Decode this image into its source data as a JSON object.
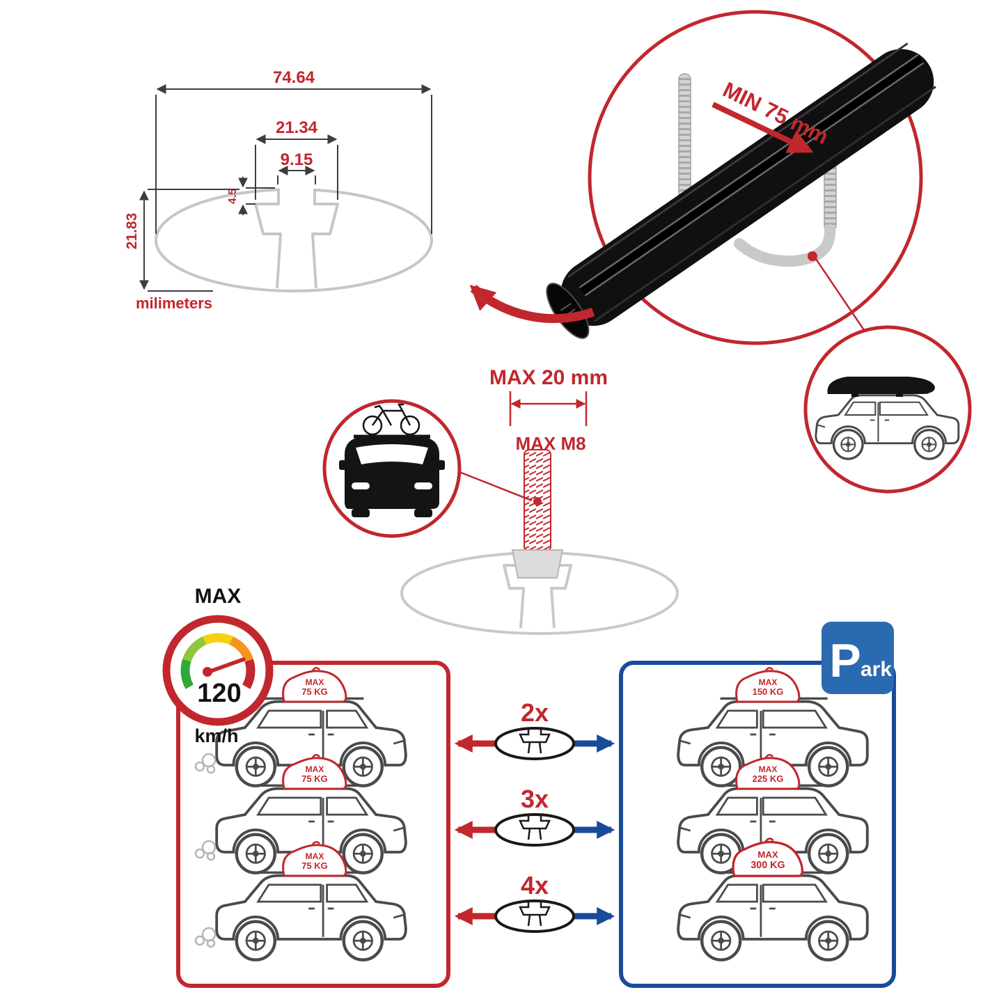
{
  "colors": {
    "accent_red": "#c1272d",
    "panel_blue": "#1a4b9b",
    "sign_blue": "#2a6ab0",
    "profile_gray": "#c6c6c6"
  },
  "cross_section": {
    "total_width": "74.64",
    "channel_width": "21.34",
    "slot_width": "9.15",
    "lip_depth": "4.5",
    "total_height": "21.83",
    "unit_label": "milimeters"
  },
  "clamp_detail": {
    "min_grip": "MIN 75 mm"
  },
  "bolt_detail": {
    "max_length": "MAX 20 mm",
    "max_thread": "MAX M8"
  },
  "speedometer": {
    "label": "MAX",
    "value": "120",
    "unit": "km/h"
  },
  "park_sign": {
    "letter": "P",
    "rest": "ark"
  },
  "load_comparison": {
    "multipliers": [
      "2x",
      "3x",
      "4x"
    ],
    "left_cars": [
      {
        "line1": "MAX",
        "line2": "75 KG"
      },
      {
        "line1": "MAX",
        "line2": "75 KG"
      },
      {
        "line1": "MAX",
        "line2": "75 KG"
      }
    ],
    "right_cars": [
      {
        "line1": "MAX",
        "line2": "150 KG"
      },
      {
        "line1": "MAX",
        "line2": "225 KG"
      },
      {
        "line1": "MAX",
        "line2": "300 KG"
      }
    ]
  }
}
